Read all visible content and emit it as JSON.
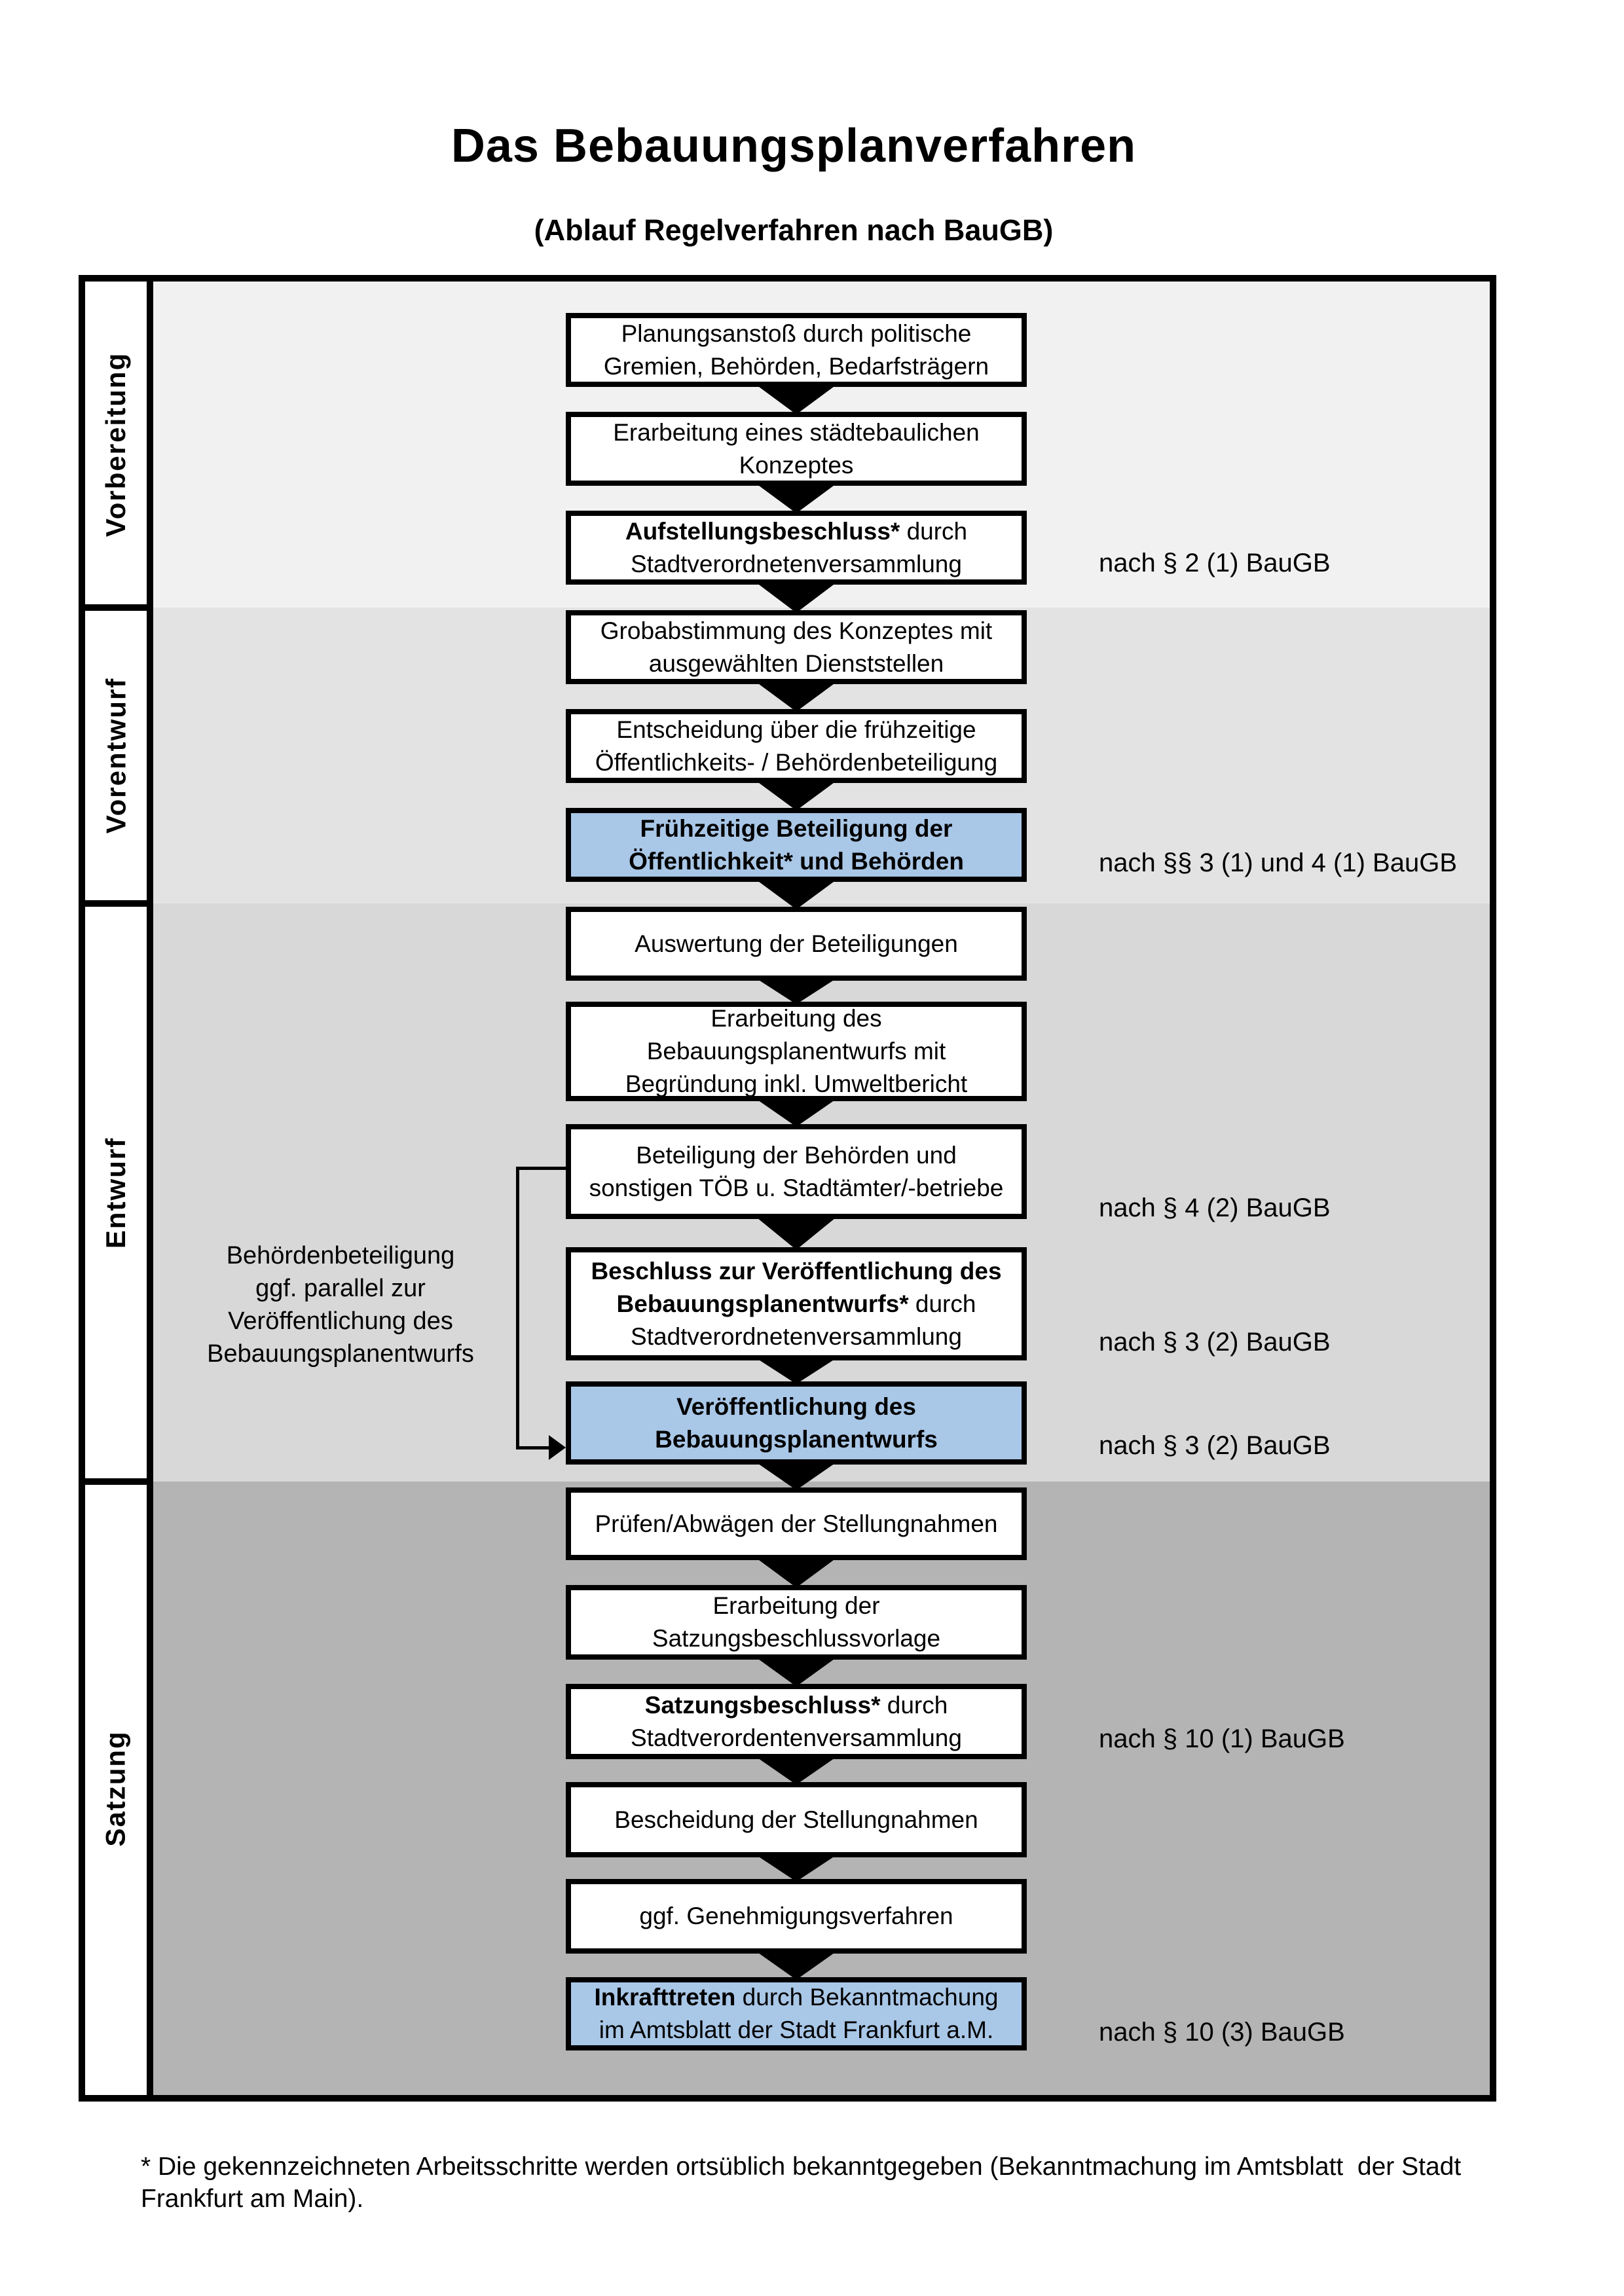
{
  "title": "Das Bebauungsplanverfahren",
  "subtitle": "(Ablauf Regelverfahren nach BauGB)",
  "sections": {
    "vorbereitung": {
      "label": "Vorbereitung"
    },
    "vorentwurf": {
      "label": "Vorentwurf"
    },
    "entwurf": {
      "label": "Entwurf"
    },
    "satzung": {
      "label": "Satzung"
    }
  },
  "boxes": {
    "planungsanstoss": {
      "l1": "Planungsanstoß durch politische",
      "l2": "Gremien, Behörden, Bedarfsträgern"
    },
    "konzept": {
      "l1": "Erarbeitung eines städtebaulichen",
      "l2": "Konzeptes"
    },
    "aufstellungsbeschluss": {
      "l1_bold": "Aufstellungsbeschluss*",
      "l1_rest": " durch",
      "l2": "Stadtverordnetenversammlung"
    },
    "grobabstimmung": {
      "l1": "Grobabstimmung des Konzeptes mit",
      "l2": "ausgewählten Dienststellen"
    },
    "entscheidung": {
      "l1": "Entscheidung über die frühzeitige",
      "l2": "Öffentlichkeits- / Behördenbeteiligung"
    },
    "fruehzeitige_beteiligung": {
      "l1": "Frühzeitige Beteiligung der",
      "l2": "Öffentlichkeit* und Behörden"
    },
    "auswertung": {
      "l1": "Auswertung der Beteiligungen"
    },
    "erarbeitung_entwurf": {
      "l1": "Erarbeitung des",
      "l2": "Bebauungsplanentwurfs mit",
      "l3": "Begründung inkl. Umweltbericht"
    },
    "beteiligung_behoerden": {
      "l1": "Beteiligung der Behörden und",
      "l2": "sonstigen TÖB u. Stadtämter/-betriebe"
    },
    "beschluss_veroeffentlichung": {
      "l1_bold": "Beschluss zur Veröffentlichung des",
      "l2_bold": "Bebauungsplanentwurfs*",
      "l2_rest": " durch",
      "l3": "Stadtverordnetenversammlung"
    },
    "veroeffentlichung": {
      "l1": "Veröffentlichung des",
      "l2": "Bebauungsplanentwurfs"
    },
    "pruefen": {
      "l1": "Prüfen/Abwägen der Stellungnahmen"
    },
    "erarbeitung_satzung": {
      "l1": "Erarbeitung der",
      "l2": "Satzungsbeschlussvorlage"
    },
    "satzungsbeschluss": {
      "l1_bold": "Satzungsbeschluss*",
      "l1_rest": " durch",
      "l2": "Stadtverordentenversammlung"
    },
    "bescheidung": {
      "l1": "Bescheidung der Stellungnahmen"
    },
    "genehmigung": {
      "l1": "ggf. Genehmigungsverfahren"
    },
    "inkrafttreten": {
      "l1_bold": "Inkrafttreten",
      "l1_rest": " durch Bekanntmachung",
      "l2": "im Amtsblatt der Stadt Frankfurt a.M."
    }
  },
  "legal_refs": {
    "aufstellung": "nach § 2 (1) BauGB",
    "fruehzeitig": "nach §§ 3 (1) und 4 (1) BauGB",
    "beteiligung": "nach § 4 (2) BauGB",
    "beschluss": "nach § 3 (2) BauGB",
    "veroeffentlichung": "nach § 3 (2) BauGB",
    "satzungsbeschluss": "nach § 10 (1) BauGB",
    "inkrafttreten": "nach § 10 (3) BauGB"
  },
  "side_note": {
    "l1": "Behördenbeteiligung",
    "l2": "ggf. parallel zur",
    "l3": "Veröffentlichung des",
    "l4": "Bebauungsplanentwurfs"
  },
  "footnote": {
    "l1": "* Die gekennzeichneten Arbeitsschritte werden ortsüblich bekanntgegeben (Bekanntmachung im Amtsblatt  der Stadt",
    "l2": "Frankfurt am Main)."
  },
  "colors": {
    "highlight_box": "#a9c7e7",
    "section_vorbereitung": "#f1f1f1",
    "section_vorentwurf": "#e3e3e3",
    "section_entwurf": "#d8d8d8",
    "section_satzung": "#b4b4b4"
  }
}
